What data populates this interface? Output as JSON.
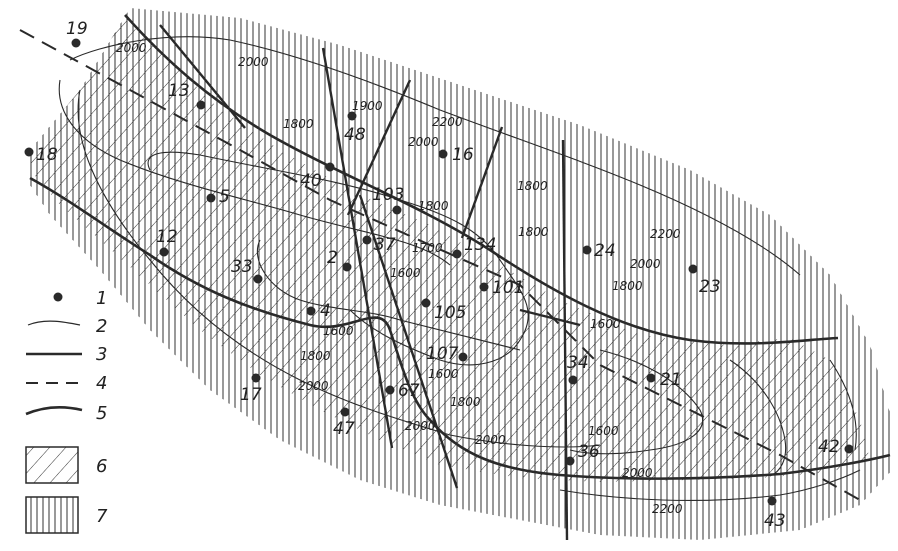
{
  "map": {
    "wells": [
      "19",
      "18",
      "13",
      "5",
      "12",
      "33",
      "40",
      "48",
      "16",
      "103",
      "37",
      "2",
      "134",
      "4",
      "105",
      "101",
      "107",
      "24",
      "23",
      "17",
      "67",
      "47",
      "34",
      "21",
      "36",
      "42",
      "43"
    ],
    "contours": [
      "2000",
      "1800",
      "1900",
      "2200",
      "2000",
      "1800",
      "1700",
      "1800",
      "1600",
      "2000",
      "1800",
      "1600",
      "1800",
      "2000",
      "1600",
      "1600",
      "1800",
      "2000",
      "1600",
      "1800",
      "2000",
      "2000",
      "2200",
      "2200",
      "2000"
    ],
    "legend": [
      {
        "num": "1",
        "symbol": "dot-icon"
      },
      {
        "num": "2",
        "symbol": "thin-line-icon"
      },
      {
        "num": "3",
        "symbol": "thick-line-icon"
      },
      {
        "num": "4",
        "symbol": "dashed-line-icon"
      },
      {
        "num": "5",
        "symbol": "bold-curve-icon"
      },
      {
        "num": "6",
        "symbol": "diagonal-hatch-icon"
      },
      {
        "num": "7",
        "symbol": "vertical-hatch-icon"
      }
    ],
    "colors": {
      "ink": "#2a2a2a",
      "paper": "#ffffff"
    }
  }
}
